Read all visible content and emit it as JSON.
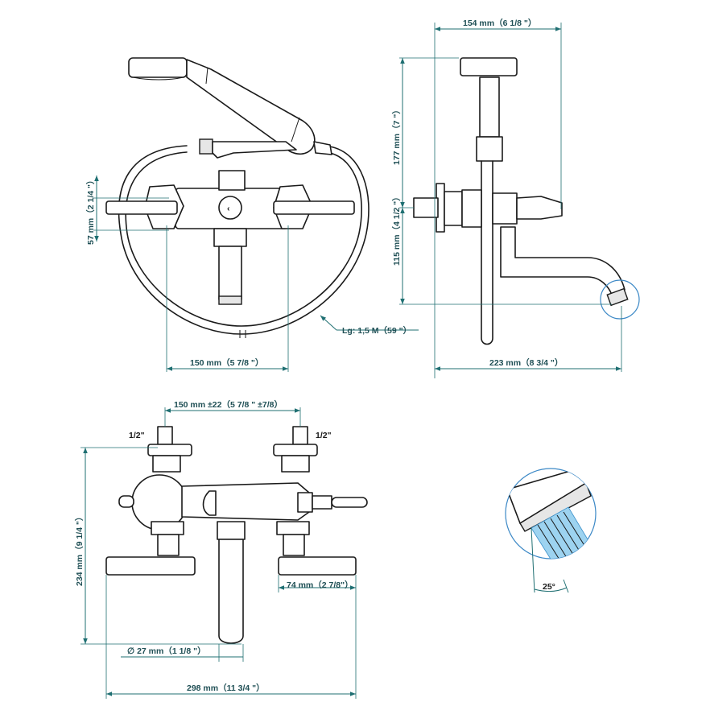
{
  "labels": {
    "top_width": "154 mm（6 1/8 \"）",
    "height_177": "177 mm（7 \"）",
    "height_57": "57 mm（2 1/4 \"）",
    "height_115": "115 mm（4 1/2 \"）",
    "width_150": "150 mm（5 7/8 \"）",
    "width_223": "223 mm（8 3/4 \"）",
    "hose": "Lg: 1,5 M（59 \"）",
    "centers": "150 mm ±22（5 7/8 \" ±7/8）",
    "thread_left": "1/2\"",
    "thread_right": "1/2\"",
    "height_234": "234 mm（9 1/4 \"）",
    "width_74": "74 mm（2 7/8\"）",
    "diameter": "∅  27 mm（1 1/8 \"）",
    "width_298": "298 mm（11 3/4 \"）",
    "angle": "25°"
  },
  "colors": {
    "dimension": "#1f6f72",
    "drawing": "#1a1a1a",
    "water": "#9dd3f0"
  }
}
